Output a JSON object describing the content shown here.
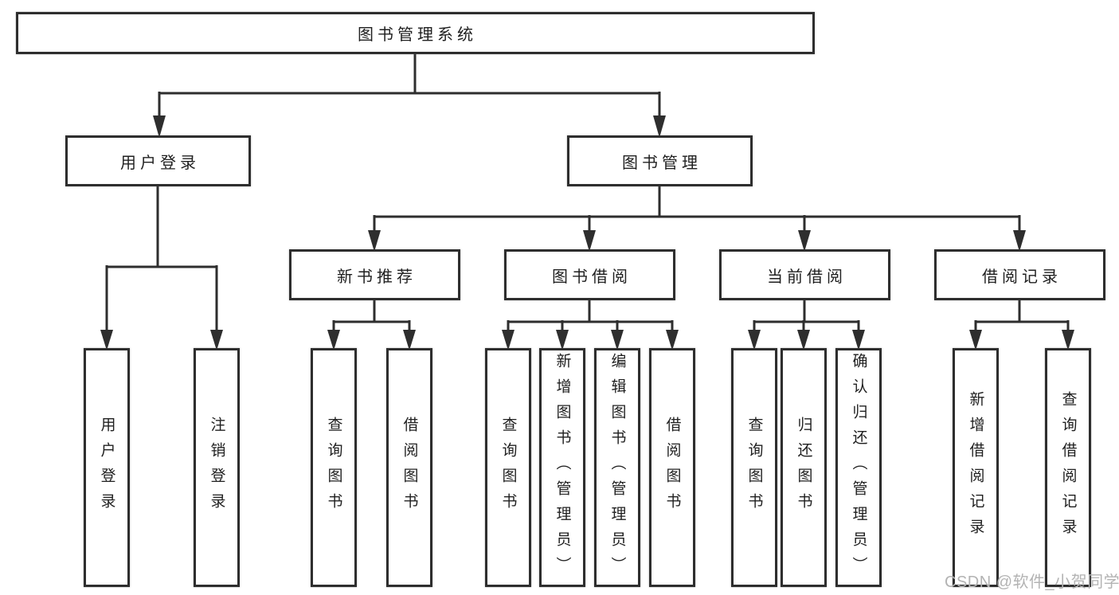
{
  "diagram": {
    "root_label": "图书管理系统",
    "groups": [
      {
        "label": "用户登录",
        "leaves": [
          "用户登录",
          "注销登录"
        ]
      },
      {
        "label": "图书管理",
        "sections": [
          {
            "label": "新书推荐",
            "leaves": [
              "查询图书",
              "借阅图书"
            ]
          },
          {
            "label": "图书借阅",
            "leaves": [
              "查询图书",
              "新增图书（管理员）",
              "编辑图书（管理员）",
              "借阅图书"
            ]
          },
          {
            "label": "当前借阅",
            "leaves": [
              "查询图书",
              "归还图书",
              "确认归还（管理员）"
            ]
          },
          {
            "label": "借阅记录",
            "leaves": [
              "新增借阅记录",
              "查询借阅记录"
            ]
          }
        ]
      }
    ]
  },
  "watermark": {
    "text": "CSDN @软件_小贺同学"
  },
  "colors": {
    "line": "#2e2e2e",
    "box_border": "#2e2e2e",
    "box_fill": "#ffffff",
    "text": "#1f1f1f",
    "watermark": "#b3b3b3",
    "background": "#ffffff"
  }
}
